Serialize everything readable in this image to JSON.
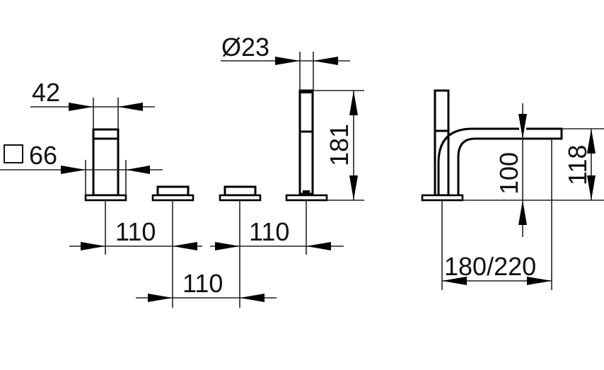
{
  "drawing": {
    "title": "Four-hole bath/tub mixer dimension drawing",
    "units": "mm",
    "colors": {
      "line": "#000000",
      "background": "#ffffff"
    },
    "dimensions": {
      "handle_width": "42",
      "rosette_square": "□66",
      "rosette_square_symbol": "square",
      "rosette_square_value": "66",
      "shower_diameter": "Ø23",
      "shower_height": "181",
      "spacing_left": "110",
      "spacing_middle": "110",
      "spacing_right": "110",
      "spout_outlet_height": "100",
      "spout_total_height": "118",
      "spout_projection": "180/220"
    },
    "components": [
      {
        "name": "handle",
        "view": "front"
      },
      {
        "name": "valve-cap-1",
        "view": "front"
      },
      {
        "name": "valve-cap-2",
        "view": "front"
      },
      {
        "name": "hand-shower",
        "view": "front"
      },
      {
        "name": "spout",
        "view": "side"
      }
    ]
  }
}
